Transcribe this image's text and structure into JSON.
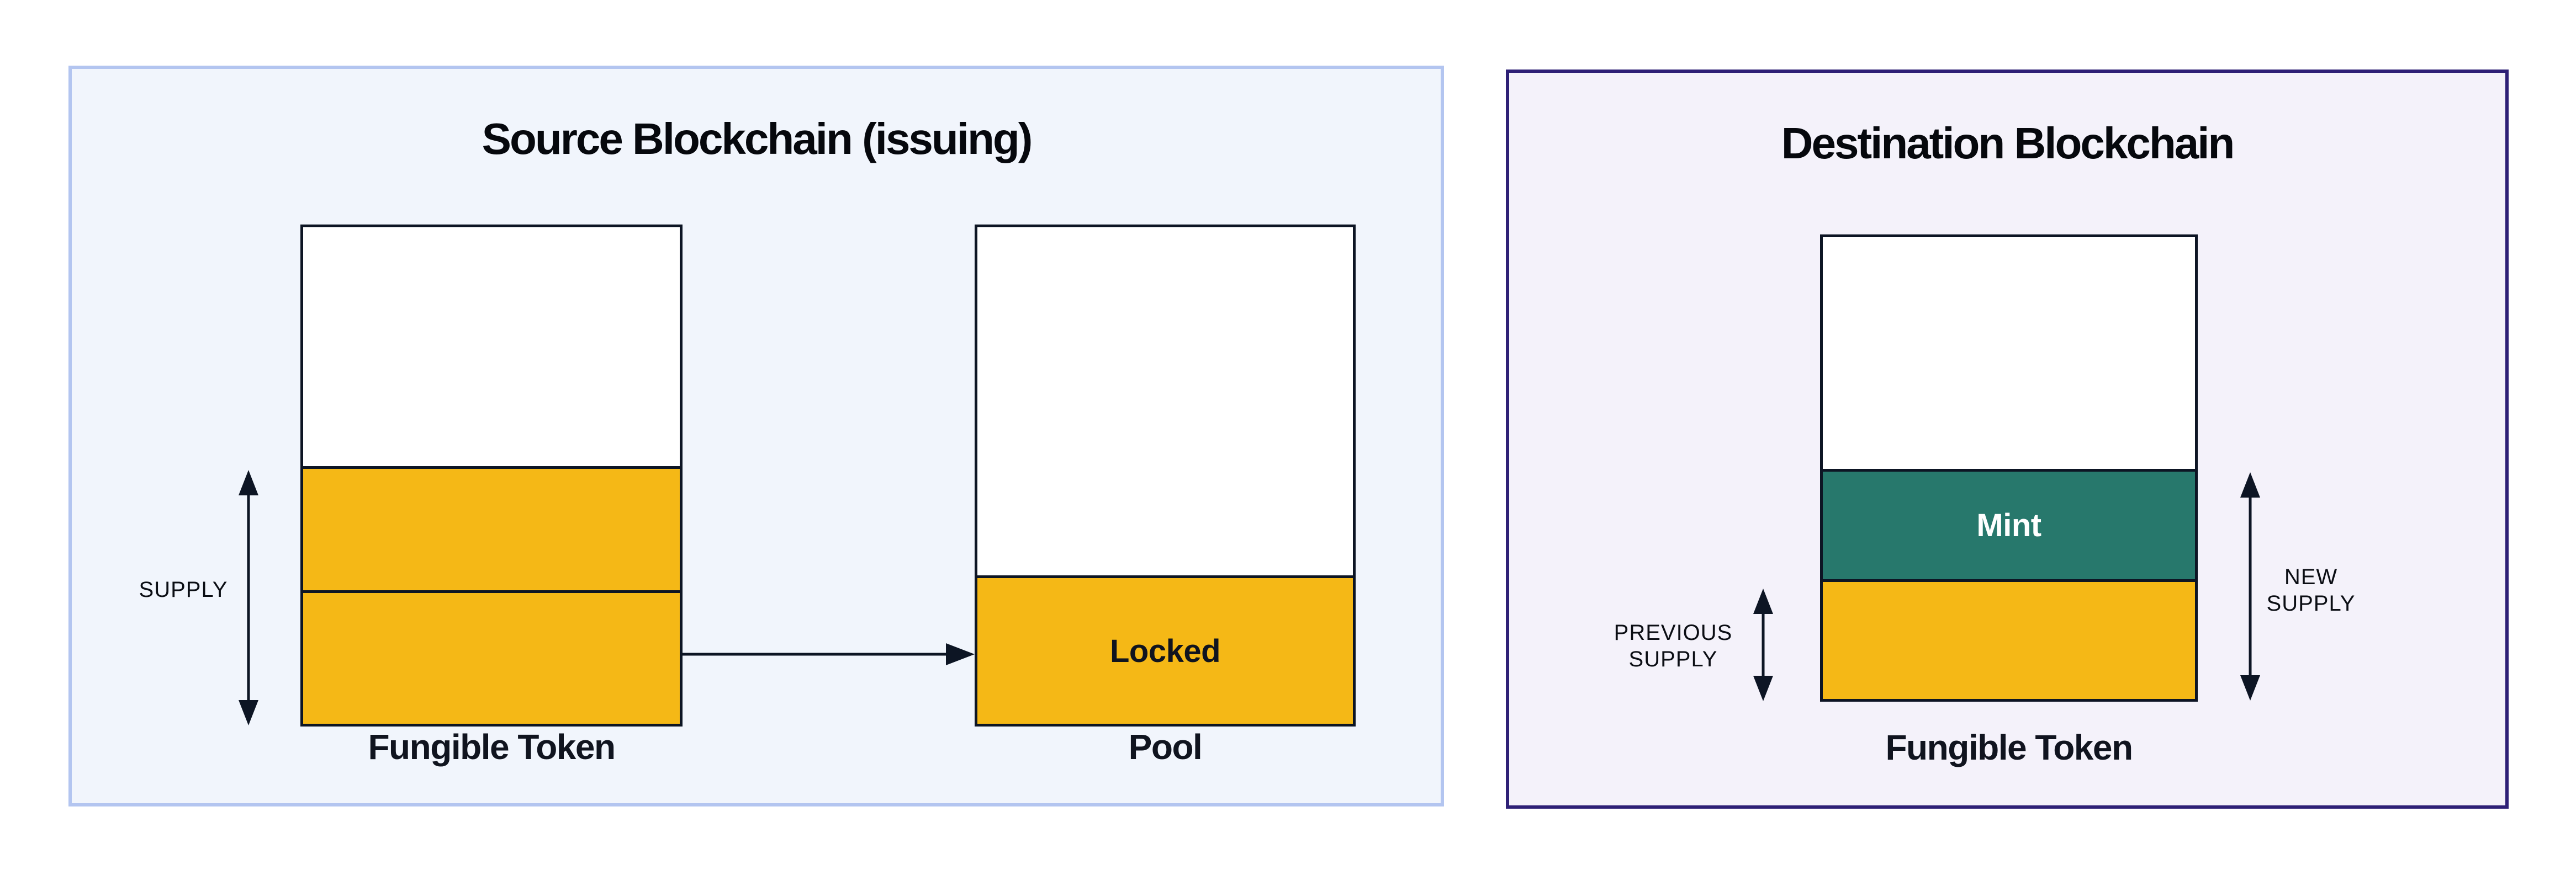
{
  "source_panel": {
    "title": "Source Blockchain (issuing)",
    "supply_label": "SUPPLY",
    "fungible_token_label": "Fungible Token",
    "pool_label": "Pool",
    "locked_label": "Locked"
  },
  "destination_panel": {
    "title": "Destination Blockchain",
    "previous_supply_label": [
      "PREVIOUS",
      "SUPPLY"
    ],
    "new_supply_label": [
      "NEW",
      "SUPPLY"
    ],
    "mint_label": "Mint",
    "fungible_token_label": "Fungible Token"
  },
  "icons": {
    "supply_range_arrow": "double-headed-vertical-arrow",
    "previous_supply_range_arrow": "double-headed-vertical-arrow",
    "new_supply_range_arrow": "double-headed-vertical-arrow",
    "transfer_arrow": "right-arrow"
  },
  "colors": {
    "token_yellow": "#f5b816",
    "mint_teal": "#27786c",
    "ink": "#0d1524",
    "source_bg": "#f1f5fc",
    "source_border": "#b3c5f0",
    "dest_bg": "#f4f2fa",
    "dest_border": "#2e2076"
  }
}
